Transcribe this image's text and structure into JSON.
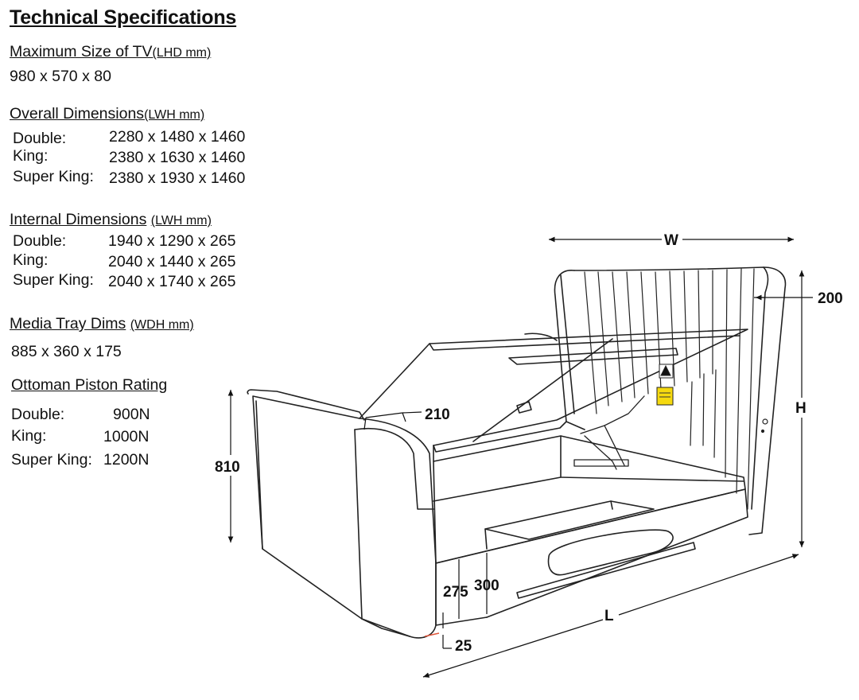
{
  "title": "Technical Specifications",
  "tv": {
    "heading": "Maximum Size of TV",
    "units": "(LHD mm)",
    "value": "980 x 570 x 80"
  },
  "overall": {
    "heading": "Overall Dimensions",
    "units": "(LWH mm)",
    "rows": [
      {
        "label": "Double:",
        "value": "2280 x 1480 x 1460"
      },
      {
        "label": "King:",
        "value": "2380 x 1630 x 1460"
      },
      {
        "label": "Super King:",
        "value": "2380 x 1930  x 1460"
      }
    ]
  },
  "internal": {
    "heading": "Internal Dimensions",
    "units": "(LWH mm)",
    "rows": [
      {
        "label": "Double:",
        "value": "1940 x 1290 x 265"
      },
      {
        "label": "King:",
        "value": "2040 x 1440 x 265"
      },
      {
        "label": "Super King:",
        "value": "2040 x 1740 x 265"
      }
    ]
  },
  "media": {
    "heading": "Media Tray Dims",
    "units": "(WDH mm)",
    "value": "885 x 360 x 175"
  },
  "piston": {
    "heading": "Ottoman Piston Rating",
    "rows": [
      {
        "label": "Double:",
        "value": "900N"
      },
      {
        "label": "King:",
        "value": "1000N"
      },
      {
        "label": "Super King:",
        "value": "1200N"
      }
    ]
  },
  "diagram": {
    "labels": {
      "w": "W",
      "h": "H",
      "l": "L",
      "d200": "200",
      "d210": "210",
      "d810": "810",
      "d275": "275",
      "d300": "300",
      "d25": "25"
    }
  }
}
